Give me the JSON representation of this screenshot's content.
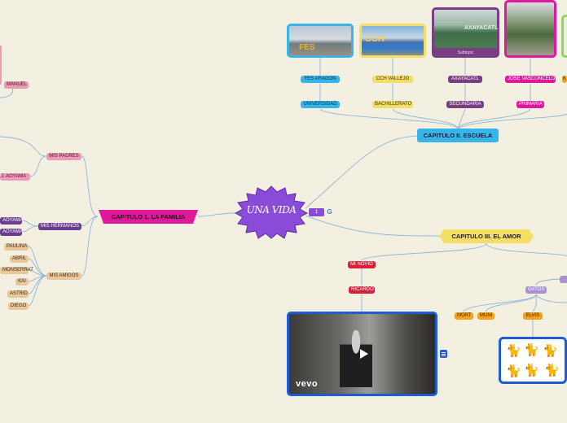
{
  "central": {
    "label": "UNA VIDA"
  },
  "chapters": {
    "ch1": "CAPITULO 1. LA FAMILIA",
    "ch2": "CAPITULO II. ESCUELA",
    "ch3": "CAPITULO III. EL AMOR"
  },
  "family": {
    "padres": "MIS PADRES",
    "hermanos": "MIS HERMANOS",
    "amigos": "MIS AMIGOS",
    "padre_child": "MANUEL",
    "madre_child": "J. AOYAMA",
    "hermano_1": "AOYAMA",
    "hermano_2": "AOYAMA",
    "friends": [
      "PAULINA",
      "ABRIL",
      "MONSERRAT",
      "KAI",
      "ASTRID",
      "DIEGO"
    ]
  },
  "school": {
    "levels": [
      {
        "label": "UNIVERSIDAD",
        "school": "FES ARAGON"
      },
      {
        "label": "BACHILLERATO",
        "school": "CCH VALLEJO"
      },
      {
        "label": "SECUNDARIA",
        "school": "AXAYACATL"
      },
      {
        "label": "PRIMARIA",
        "school": "JOSE VASCONCELOS"
      }
    ],
    "photo_text_1": "FES",
    "photo_text_2": "CCH",
    "photo_text_3": "AXAYACATL",
    "photo_caption": "Subtopic",
    "edge_label": "K"
  },
  "love": {
    "person_1": "MI NOVIO",
    "person_2": "RICARDO",
    "pets_group": "GATOS",
    "pets": [
      "MORT",
      "MUNI",
      "ELVIS"
    ],
    "video_brand": "vevo"
  },
  "icons": {
    "comment_count": "1",
    "google_letter": "G"
  }
}
